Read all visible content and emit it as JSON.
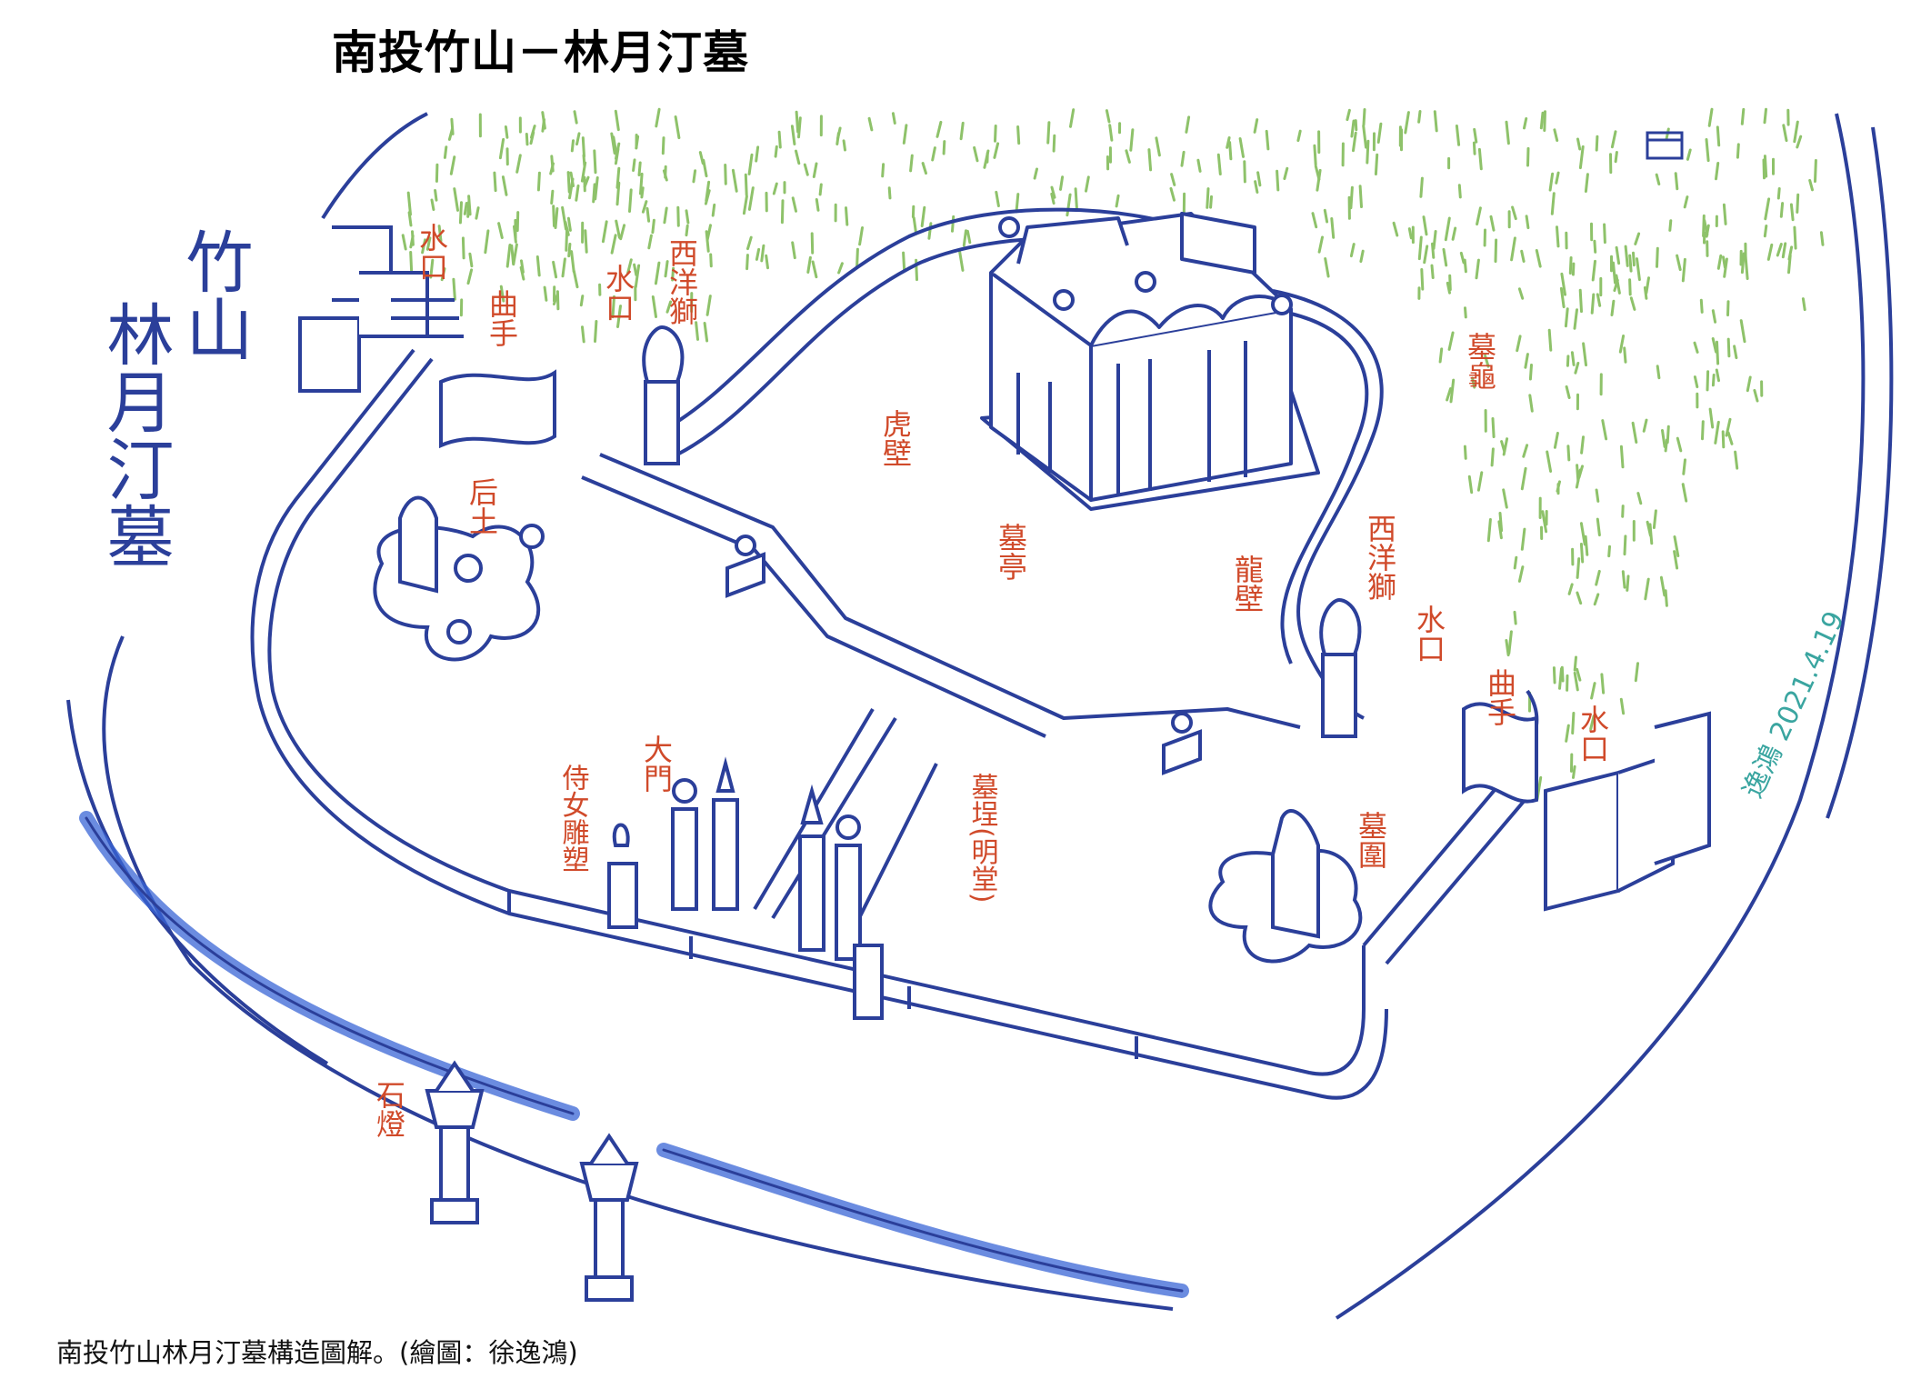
{
  "title": "南投竹山－林月汀墓",
  "caption": "南投竹山林月汀墓構造圖解。(繪圖：徐逸鴻)",
  "side_title": [
    "竹山",
    "林月汀墓"
  ],
  "signature": "逸鴻 2021.4.19",
  "labels": {
    "water_outlet_nw": "水口",
    "curved_arm_w": "曲手",
    "water_outlet_w": "水口",
    "western_lion_w": "西洋獅",
    "tiger_wall": "虎壁",
    "tomb_pavilion": "墓亭",
    "dragon_wall": "龍壁",
    "western_lion_e": "西洋獅",
    "water_outlet_e": "水口",
    "curved_arm_e": "曲手",
    "water_outlet_se": "水口",
    "tomb_turtle": "墓龜",
    "earth_god": "后土",
    "main_gate": "大門",
    "attendant_statues": "侍女雕塑",
    "tomb_court": "墓埕(明堂)",
    "tomb_garden": "墓圍",
    "stone_lanterns": "石燈"
  },
  "colors": {
    "ink": "#2b3f9a",
    "label_red": "#d04a2a",
    "grass_green": "#8ec26a",
    "water_blue": "#3a66d6",
    "signature_teal": "#3aa5a0"
  }
}
